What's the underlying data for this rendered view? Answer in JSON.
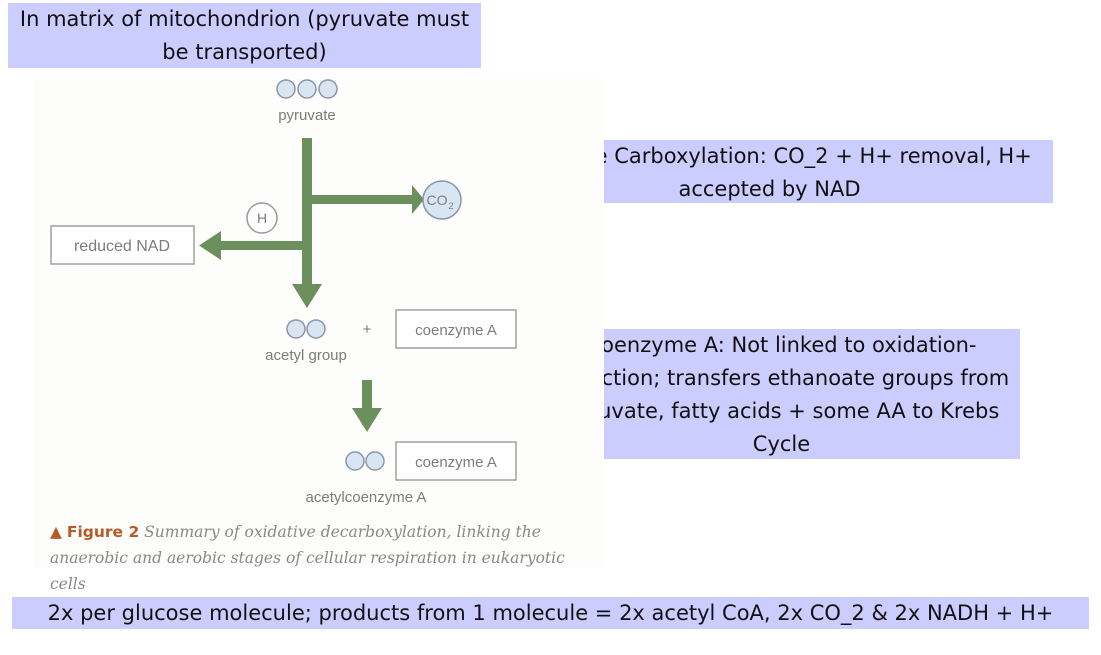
{
  "notes": {
    "matrix": "In matrix of mitochondrion (pyruvate must be transported)",
    "oxidative": "Oxidative Carboxylation: CO_2 + H+ removal, H+ accepted by NAD",
    "coenzyme": "Coenzyme A: Not linked to oxidation-reduction; transfers ethanoate groups from pyruvate, fatty acids + some AA to Krebs Cycle",
    "summary": "2x per glucose molecule; products from 1 molecule = 2x acetyl CoA, 2x CO_2 & 2x NADH + H+"
  },
  "diagram": {
    "pyruvate": "pyruvate",
    "co2_main": "CO",
    "co2_sub": "2",
    "hydrogen": "H",
    "reduced_nad": "reduced NAD",
    "plus": "+",
    "coenzyme_a_1": "coenzyme A",
    "acetyl_group": "acetyl group",
    "coenzyme_a_2": "coenzyme A",
    "acetylcoenzyme_a": "acetylcoenzyme A"
  },
  "caption": {
    "marker": "▲",
    "figure_label": "Figure 2",
    "text": "Summary of oxidative decarboxylation, linking the anaerobic and aerobic stages of cellular respiration in eukaryotic cells"
  },
  "colors": {
    "note_bg": "#cccdff",
    "arrow_green": "#6c8f5e",
    "circle_fill": "#d8e6f4",
    "circle_stroke": "#8a96a6"
  }
}
